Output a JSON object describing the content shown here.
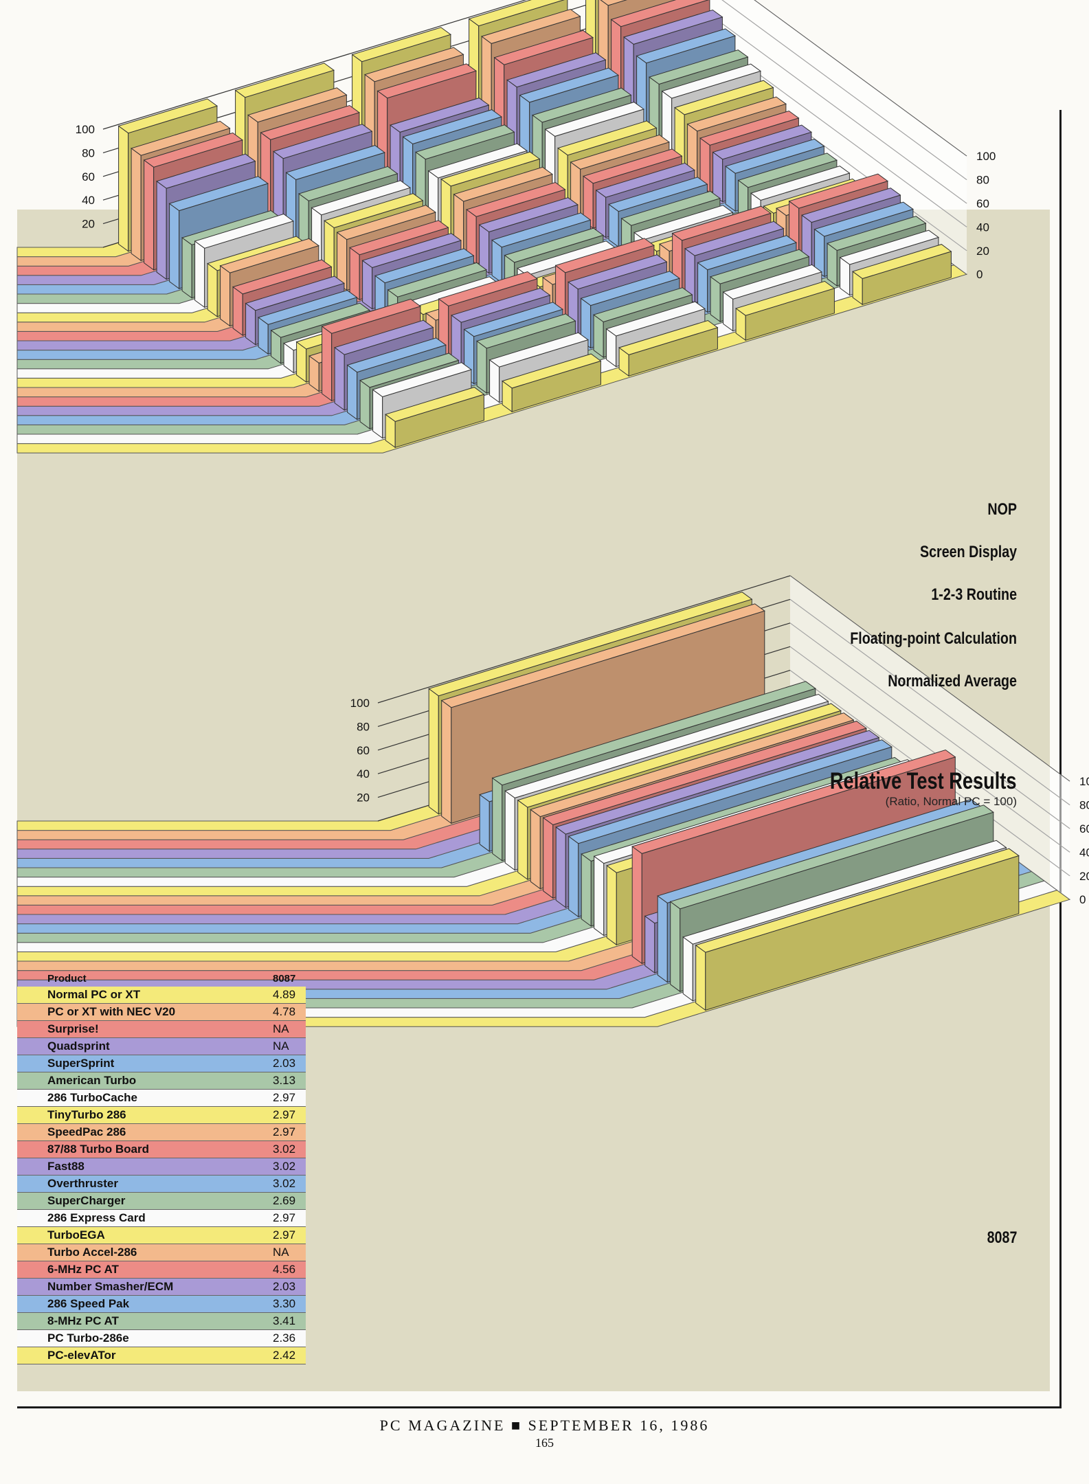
{
  "title": "Relative Test Results",
  "subtitle": "(Ratio, Normal PC = 100)",
  "axis_ticks": [
    "100",
    "80",
    "60",
    "40",
    "20",
    "0"
  ],
  "benchmarks": [
    "NOP",
    "Screen Display",
    "1-2-3 Routine",
    "Floating-point Calculation",
    "Normalized Average",
    "8087"
  ],
  "legend": {
    "header_product": "Product",
    "header_value": "8087",
    "rows": [
      {
        "name": "Normal PC or XT",
        "value": "4.89"
      },
      {
        "name": "PC or XT with NEC V20",
        "value": "4.78"
      },
      {
        "name": "Surprise!",
        "value": "NA"
      },
      {
        "name": "Quadsprint",
        "value": "NA"
      },
      {
        "name": "SuperSprint",
        "value": "2.03"
      },
      {
        "name": "American Turbo",
        "value": "3.13"
      },
      {
        "name": "286 TurboCache",
        "value": "2.97"
      },
      {
        "name": "TinyTurbo 286",
        "value": "2.97"
      },
      {
        "name": "SpeedPac 286",
        "value": "2.97"
      },
      {
        "name": "87/88 Turbo Board",
        "value": "3.02"
      },
      {
        "name": "Fast88",
        "value": "3.02"
      },
      {
        "name": "Overthruster",
        "value": "3.02"
      },
      {
        "name": "SuperCharger",
        "value": "2.69"
      },
      {
        "name": "286 Express Card",
        "value": "2.97"
      },
      {
        "name": "TurboEGA",
        "value": "2.97"
      },
      {
        "name": "Turbo Accel-286",
        "value": "NA"
      },
      {
        "name": "6-MHz PC AT",
        "value": "4.56"
      },
      {
        "name": "Number Smasher/ECM",
        "value": "2.03"
      },
      {
        "name": "286 Speed Pak",
        "value": "3.30"
      },
      {
        "name": "8-MHz PC AT",
        "value": "3.41"
      },
      {
        "name": "PC Turbo-286e",
        "value": "2.36"
      },
      {
        "name": "PC-elevATor",
        "value": "2.42"
      }
    ]
  },
  "colors": {
    "row_cycle": [
      "#f4ea7a",
      "#f3b98c",
      "#ec8c86",
      "#a99ad6",
      "#8fb8e4",
      "#a9c7a8",
      "#fafafa"
    ],
    "background": "#dedbc4"
  },
  "footer": {
    "magazine": "PC MAGAZINE ■ SEPTEMBER 16, 1986",
    "page": "165"
  },
  "chart_data": [
    {
      "type": "bar",
      "title": "Relative Test Results",
      "subtitle": "(Ratio, Normal PC = 100)",
      "ylim": [
        0,
        100
      ],
      "categories": [
        "Normal PC or XT",
        "PC or XT with NEC V20",
        "Surprise!",
        "Quadsprint",
        "SuperSprint",
        "American Turbo",
        "286 TurboCache",
        "TinyTurbo 286",
        "SpeedPac 286",
        "87/88 Turbo Board",
        "Fast88",
        "Overthruster",
        "SuperCharger",
        "286 Express Card",
        "TurboEGA",
        "Turbo Accel-286",
        "6-MHz PC AT",
        "Number Smasher/ECM",
        "286 Speed Pak",
        "8-MHz PC AT",
        "PC Turbo-286e",
        "PC-elevATor"
      ],
      "series": [
        {
          "name": "NOP",
          "values": [
            100,
            89,
            87,
            77,
            66,
            45,
            50,
            39,
            45,
            35,
            29,
            25,
            22,
            19,
            28,
            24,
            57,
            47,
            40,
            35,
            35,
            22
          ]
        },
        {
          "name": "Screen Display",
          "values": [
            100,
            87,
            80,
            72,
            62,
            52,
            48,
            45,
            43,
            38,
            35,
            30,
            26,
            22,
            27,
            30,
            50,
            44,
            40,
            38,
            30,
            20
          ]
        },
        {
          "name": "1-2-3 Routine",
          "values": [
            100,
            91,
            85,
            64,
            62,
            57,
            49,
            50,
            45,
            40,
            35,
            30,
            25,
            22,
            20,
            30,
            48,
            42,
            36,
            30,
            26,
            18
          ]
        },
        {
          "name": "Floating-point Calculation",
          "values": [
            100,
            93,
            83,
            72,
            67,
            58,
            54,
            46,
            42,
            38,
            34,
            30,
            26,
            22,
            20,
            28,
            45,
            40,
            36,
            32,
            27,
            21
          ]
        },
        {
          "name": "Normalized Average",
          "values": [
            100,
            95,
            85,
            78,
            70,
            60,
            56,
            50,
            44,
            40,
            36,
            32,
            28,
            25,
            22,
            28,
            42,
            38,
            34,
            30,
            26,
            22
          ]
        }
      ]
    },
    {
      "type": "bar",
      "title": "8087",
      "ylim": [
        0,
        100
      ],
      "categories": [
        "Normal PC or XT",
        "PC or XT with NEC V20",
        "Surprise!",
        "Quadsprint",
        "SuperSprint",
        "American Turbo",
        "286 TurboCache",
        "TinyTurbo 286",
        "SpeedPac 286",
        "87/88 Turbo Board",
        "Fast88",
        "Overthruster",
        "SuperCharger",
        "286 Express Card",
        "TurboEGA",
        "Turbo Accel-286",
        "6-MHz PC AT",
        "Number Smasher/ECM",
        "286 Speed Pak",
        "8-MHz PC AT",
        "PC Turbo-286e",
        "PC-elevATor"
      ],
      "series": [
        {
          "name": "8087",
          "values": [
            100,
            98,
            0,
            0,
            42,
            64,
            61,
            61,
            61,
            62,
            62,
            62,
            55,
            61,
            61,
            0,
            93,
            42,
            67,
            70,
            48,
            49
          ]
        }
      ]
    }
  ]
}
